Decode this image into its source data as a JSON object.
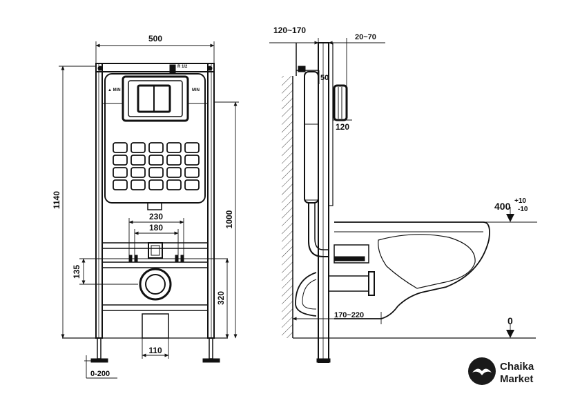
{
  "front_view": {
    "width_label": "500",
    "height_label": "1140",
    "button_height_label": "1000",
    "pipe_spacing_label": "230",
    "stud_spacing_label": "180",
    "stud_height_label": "135",
    "outlet_height_label": "320",
    "drain_width_label": "110",
    "leg_adjust_label": "0-200",
    "valve_small_label": "R 1/2",
    "side_mark_left": "▲ MIN",
    "side_mark_right": "MIN"
  },
  "side_view": {
    "wall_depth_label": "120~170",
    "panel_depth_label": "20~70",
    "plate_offset_label": "50",
    "plate_height_label": "120",
    "bowl_height_base": "400",
    "bowl_tol_plus": "+10",
    "bowl_tol_minus": "-10",
    "floor_label": "0",
    "pan_distance_label": "170~220"
  },
  "logo": {
    "line1": "Chaika",
    "line2": "Market",
    "icon": "seagull-icon"
  }
}
